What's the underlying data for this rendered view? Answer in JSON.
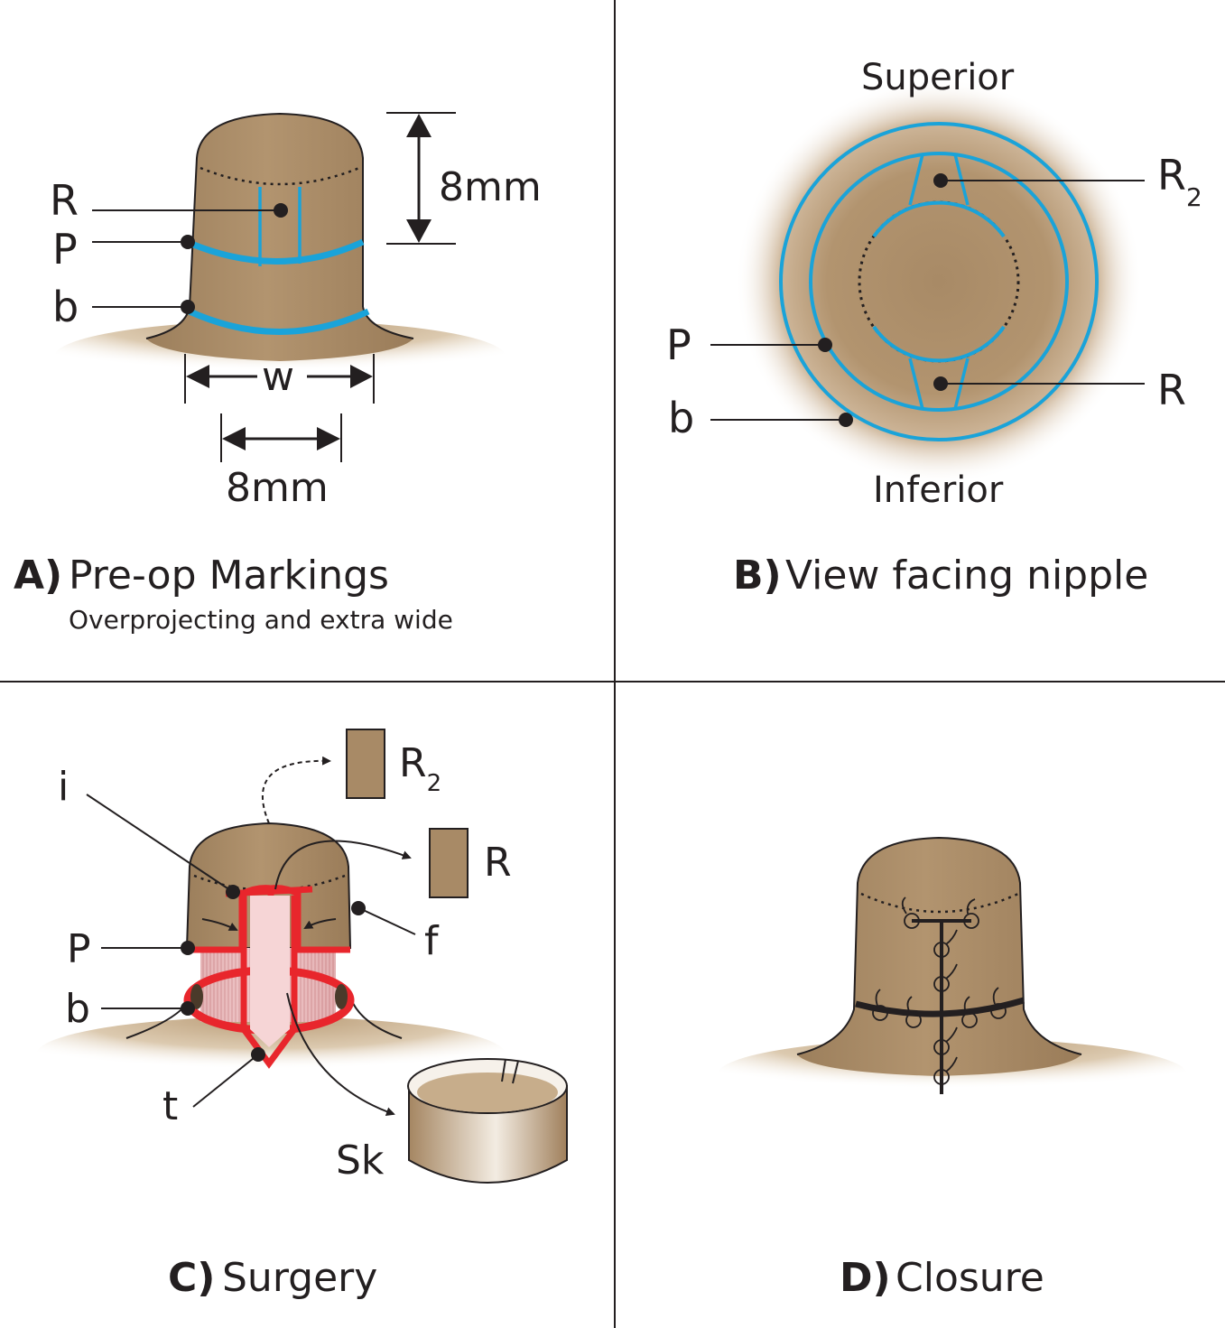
{
  "panel_a": {
    "letter": "A)",
    "title": "Pre-op Markings",
    "subtitle": "Overprojecting and extra wide",
    "labels": {
      "R": "R",
      "P": "P",
      "b": "b",
      "w": "w",
      "height_dim": "8mm",
      "width_dim": "8mm"
    }
  },
  "panel_b": {
    "letter": "B)",
    "title": "View facing nipple",
    "labels": {
      "superior": "Superior",
      "inferior": "Inferior",
      "R2_main": "R",
      "R2_sub": "2",
      "R": "R",
      "P": "P",
      "b": "b"
    }
  },
  "panel_c": {
    "letter": "C)",
    "title": "Surgery",
    "labels": {
      "i": "i",
      "P": "P",
      "b": "b",
      "t": "t",
      "f": "f",
      "R2_main": "R",
      "R2_sub": "2",
      "R": "R",
      "Sk": "Sk"
    }
  },
  "panel_d": {
    "letter": "D)",
    "title": "Closure"
  },
  "colors": {
    "skin": "#a88a66",
    "marking_blue": "#1aa3d9",
    "incision_red": "#e8262c",
    "line": "#231f20",
    "halo": "#c8ae8c"
  }
}
